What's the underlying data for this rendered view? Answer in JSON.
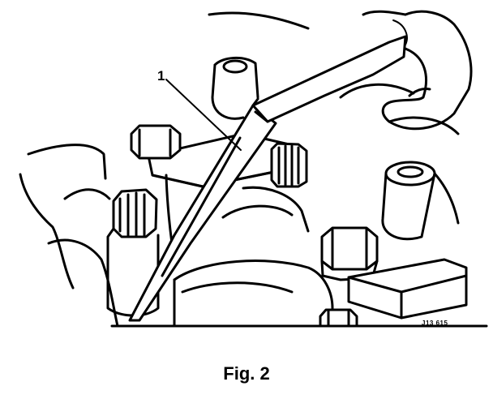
{
  "figure": {
    "callout": "1",
    "reference_code": "J13 615",
    "caption": "Fig. 2"
  }
}
